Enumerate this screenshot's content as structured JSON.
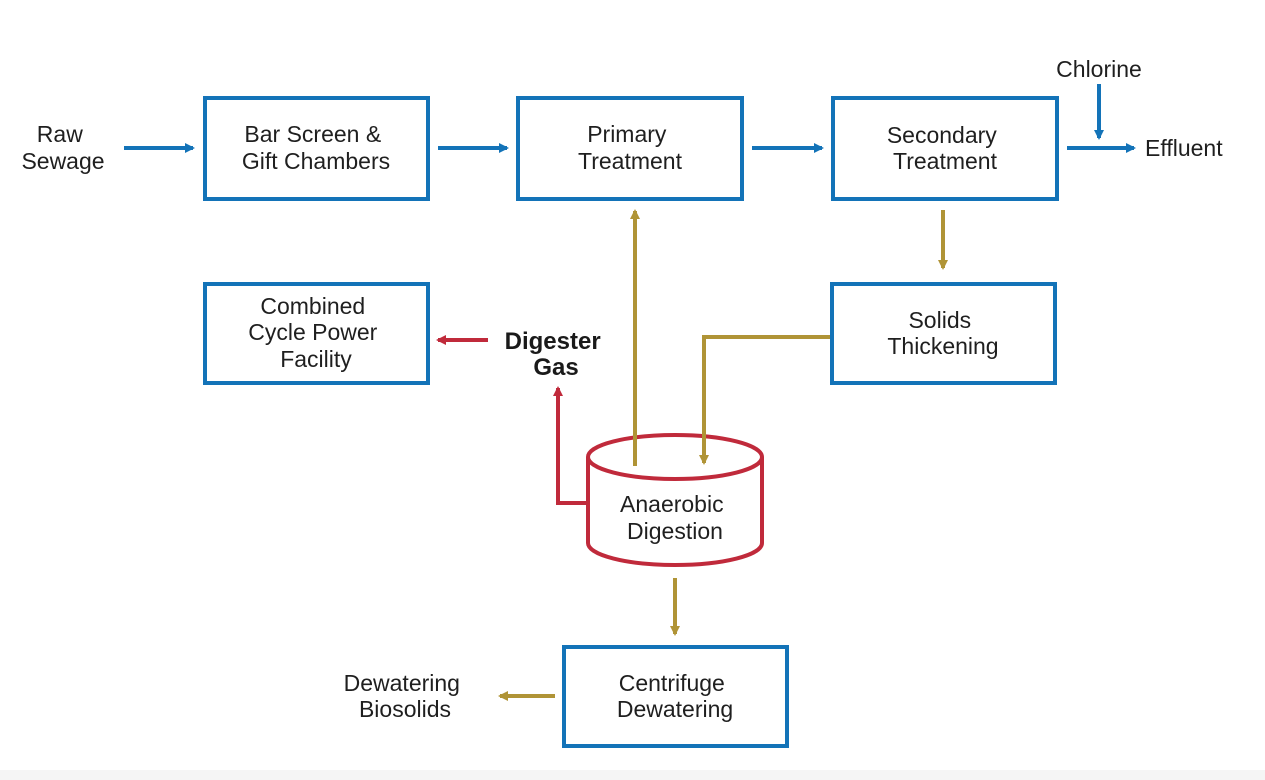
{
  "colors": {
    "process_blue": "#1373b8",
    "solids_gold": "#b09436",
    "gas_red": "#c02a3b",
    "text": "#1f1f1f"
  },
  "inputs": {
    "raw_sewage": [
      "Raw",
      "Sewage"
    ],
    "chlorine": "Chlorine"
  },
  "outputs": {
    "effluent": "Effluent",
    "dewatering_biosolids": [
      "Dewatering",
      "Biosolids"
    ]
  },
  "nodes": {
    "bar_screen": [
      "Bar Screen &",
      "Gift Chambers"
    ],
    "primary": [
      "Primary",
      "Treatment"
    ],
    "secondary": [
      "Secondary",
      "Treatment"
    ],
    "solids_thickening": [
      "Solids",
      "Thickening"
    ],
    "combined_cycle": [
      "Combined",
      "Cycle Power",
      "Facility"
    ],
    "digester_gas": [
      "Digester",
      "Gas"
    ],
    "anaerobic": [
      "Anaerobic",
      "Digestion"
    ],
    "centrifuge": [
      "Centrifuge",
      "Dewatering"
    ]
  }
}
